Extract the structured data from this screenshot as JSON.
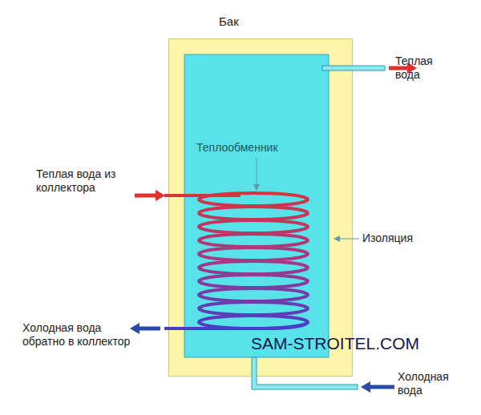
{
  "diagram": {
    "nodes": [
      {
        "text": [
          "Бак"
        ]
      }
    ],
    "labels": [
      "Теплая вода",
      "Теплообменник",
      "Теплая вода из коллектора",
      "Изоляция",
      "Холодная вода обратно в коллектор",
      "SAM-STROITEL.COM",
      "Холодная вода"
    ]
  }
}
